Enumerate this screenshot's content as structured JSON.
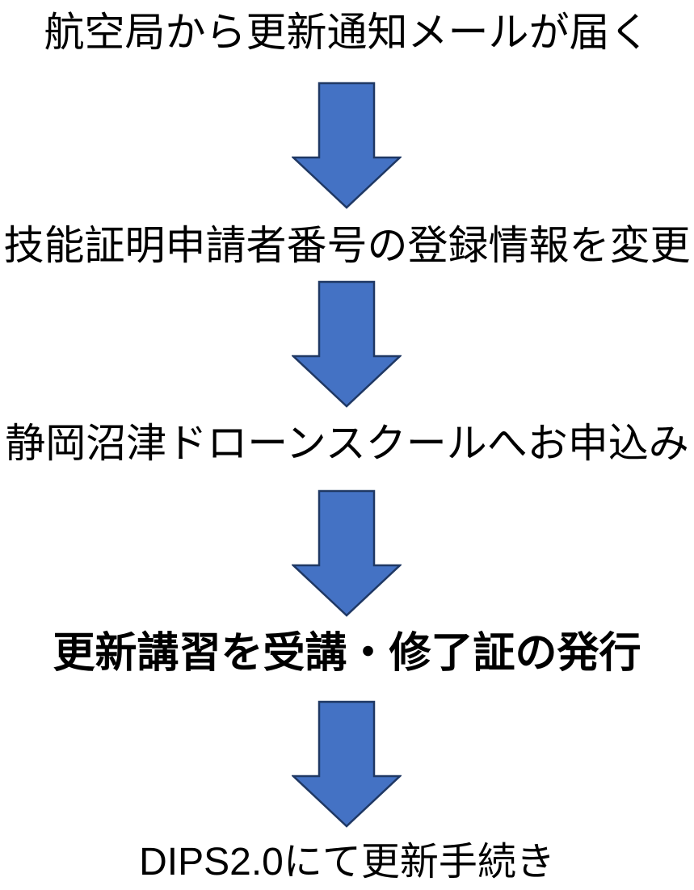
{
  "flow": {
    "background_color": "#FFFFFF",
    "text_color": "#000000",
    "steps": [
      {
        "label": "航空局から更新通知メールが届く",
        "emphasis": false
      },
      {
        "label": "技能証明申請者番号の登録情報を変更",
        "emphasis": false
      },
      {
        "label": "静岡沼津ドローンスクールへお申込み",
        "emphasis": false
      },
      {
        "label": "更新講習を受講・修了証の発行",
        "emphasis": true
      },
      {
        "label": "DIPS2.0にて更新手続き",
        "emphasis": false
      }
    ],
    "arrow": {
      "direction": "down",
      "fill_color": "#4472C4",
      "border_color": "#1F3864"
    }
  }
}
